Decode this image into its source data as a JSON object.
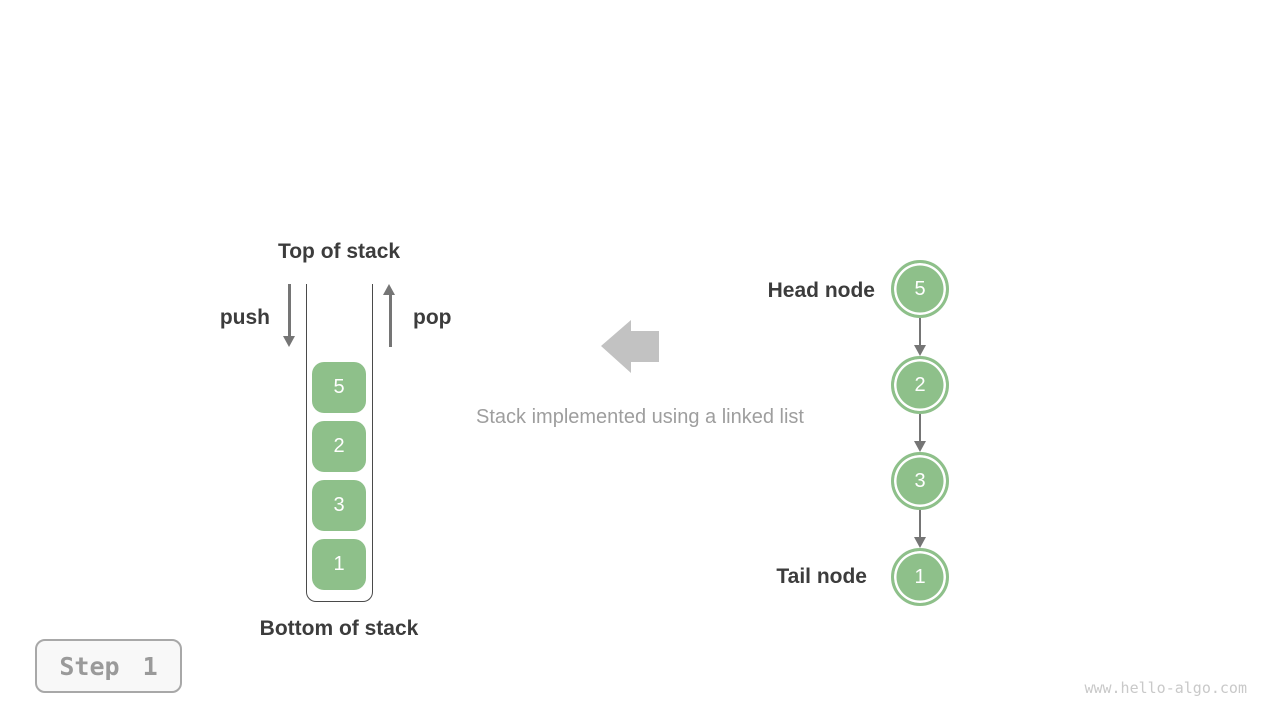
{
  "page": {
    "background": "#ffffff",
    "watermark": "www.hello-algo.com",
    "step_label": "Step 1"
  },
  "caption": {
    "text": "Stack implemented using a linked list"
  },
  "stack": {
    "top_label": "Top of stack",
    "bottom_label": "Bottom of stack",
    "push_label": "push",
    "pop_label": "pop",
    "items": [
      "5",
      "2",
      "3",
      "1"
    ]
  },
  "linked_list": {
    "head_label": "Head node",
    "tail_label": "Tail node",
    "nodes": [
      "5",
      "2",
      "3",
      "1"
    ]
  },
  "icons": {
    "push_arrow": "down-arrow",
    "pop_arrow": "up-arrow",
    "link_arrow": "down-arrow",
    "transform_arrow": "left-block-arrow"
  },
  "colors": {
    "node_green": "#8ec08a",
    "label_dark": "#3c3c3c",
    "caption_gray": "#9e9e9e",
    "thin_arrow_gray": "#757575",
    "block_arrow_gray": "#c2c2c2",
    "container_outline": "#4a4a4a",
    "step_text_gray": "#9a9a9a",
    "step_border_gray": "#a8a8a8",
    "step_bg": "#f8f8f8",
    "watermark_gray": "#c9c9c9"
  }
}
